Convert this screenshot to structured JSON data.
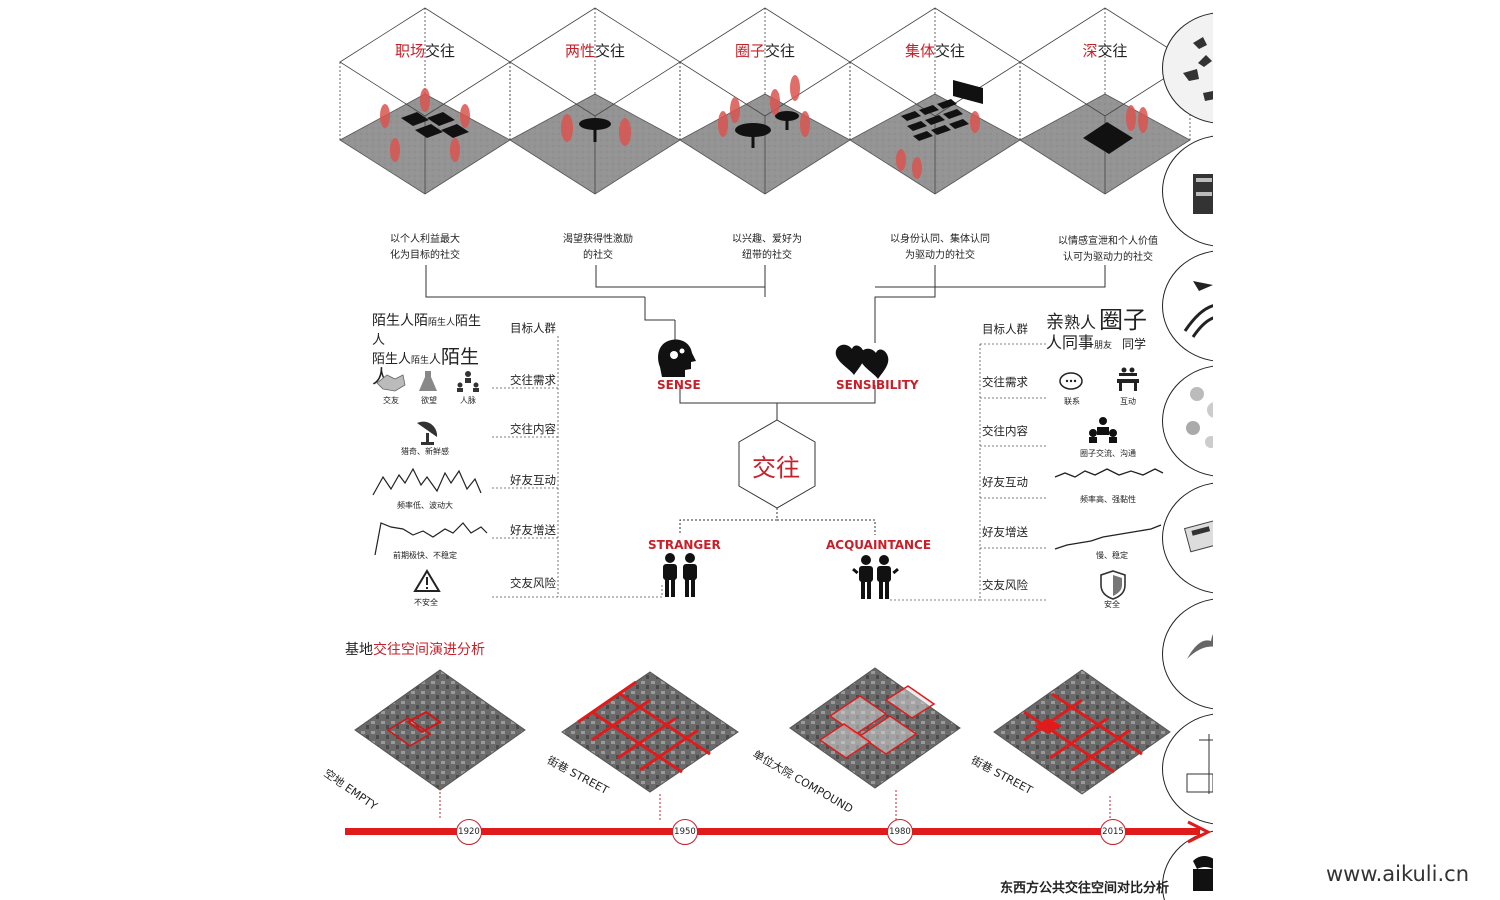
{
  "cubes": [
    {
      "title_red": "职场",
      "title_rest": "交往",
      "desc": [
        "以个人利益最大",
        "化为目标的社交"
      ]
    },
    {
      "title_red": "两性",
      "title_rest": "交往",
      "desc": [
        "渴望获得性激励",
        "的社交"
      ]
    },
    {
      "title_red": "圈子",
      "title_rest": "交往",
      "desc": [
        "以兴趣、爱好为",
        "纽带的社交"
      ]
    },
    {
      "title_red": "集体",
      "title_rest": "交往",
      "desc": [
        "以身份认同、集体认同",
        "为驱动力的社交"
      ]
    },
    {
      "title_red": "深",
      "title_rest": "交往",
      "desc": [
        "以情感宣泄和个人价值",
        "认可为驱动力的社交"
      ]
    }
  ],
  "center": {
    "sense": "SENSE",
    "sensibility": "SENSIBILITY",
    "hex_label": "交往",
    "stranger": "STRANGER",
    "acquaintance": "ACQUAINTANCE"
  },
  "categories": [
    "目标人群",
    "交往需求",
    "交往内容",
    "好友互动",
    "好友增送",
    "交友风险"
  ],
  "left": {
    "crowd": {
      "line1a": "陌生人",
      "line1b": "陌",
      "line1c": "陌生人",
      "line1d": "陌生人",
      "line2a": "陌生人",
      "line2b": "陌生",
      "line2c": "人",
      "line2d": "陌生人"
    },
    "needs": [
      "交友",
      "欲望",
      "人脉"
    ],
    "content": "猎奇、新鲜感",
    "interact": "频率低、波动大",
    "increase": "前期极快、不稳定",
    "risk": "不安全"
  },
  "right": {
    "crowd": {
      "w1": "亲",
      "w2": "熟人",
      "w3": "圈",
      "w4": "子",
      "w5": "人",
      "w6": "同事",
      "w7": "朋友",
      "w8": "同学"
    },
    "needs": [
      "联系",
      "互动"
    ],
    "content": "圈子交流、沟通",
    "interact": "频率高、强黏性",
    "increase": "慢、稳定",
    "risk": "安全"
  },
  "evolution": {
    "title_black": "基地",
    "title_red": "交往空间演进分析",
    "sites": [
      {
        "label": "空地  EMPTY",
        "year": "1920"
      },
      {
        "label": "街巷  STREET",
        "year": "1950"
      },
      {
        "label": "单位大院  COMPOUND",
        "year": "1980"
      },
      {
        "label": "街巷  STREET",
        "year": "2015"
      }
    ]
  },
  "footer_caption": "东西方公共交往空间对比分析",
  "watermark": "www.aikuli.cn",
  "colors": {
    "accent": "#c8202a",
    "floor": "#8f8f8f",
    "ink": "#111111"
  }
}
